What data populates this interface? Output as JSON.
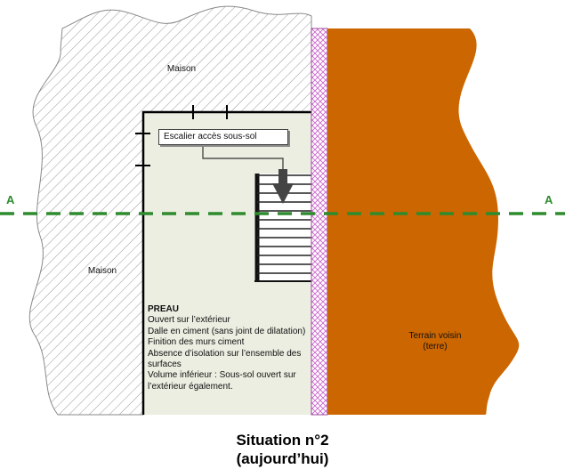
{
  "labels": {
    "maison_top": "Maison",
    "maison_left": "Maison",
    "escalier": "Escalier accès sous-sol",
    "terrain_line1": "Terrain voisin",
    "terrain_line2": "(terre)",
    "section_left": "A",
    "section_right": "A"
  },
  "preau": {
    "title": "PREAU",
    "lines": [
      "Ouvert sur l’extérieur",
      "Dalle en ciment (sans joint de dilatation)",
      "Finition des murs ciment",
      "Absence d’isolation sur l’ensemble des surfaces",
      "Volume inférieur : Sous-sol ouvert sur l’extérieur également."
    ]
  },
  "caption": {
    "line1": "Situation n°2",
    "line2": "(aujourd’hui)"
  },
  "colors": {
    "terrain": "#cc6600",
    "preau": "#ebeee1",
    "section_line": "#2e8b2e",
    "insulation": "#cc66cc",
    "hatch": "#9a9a9a"
  }
}
